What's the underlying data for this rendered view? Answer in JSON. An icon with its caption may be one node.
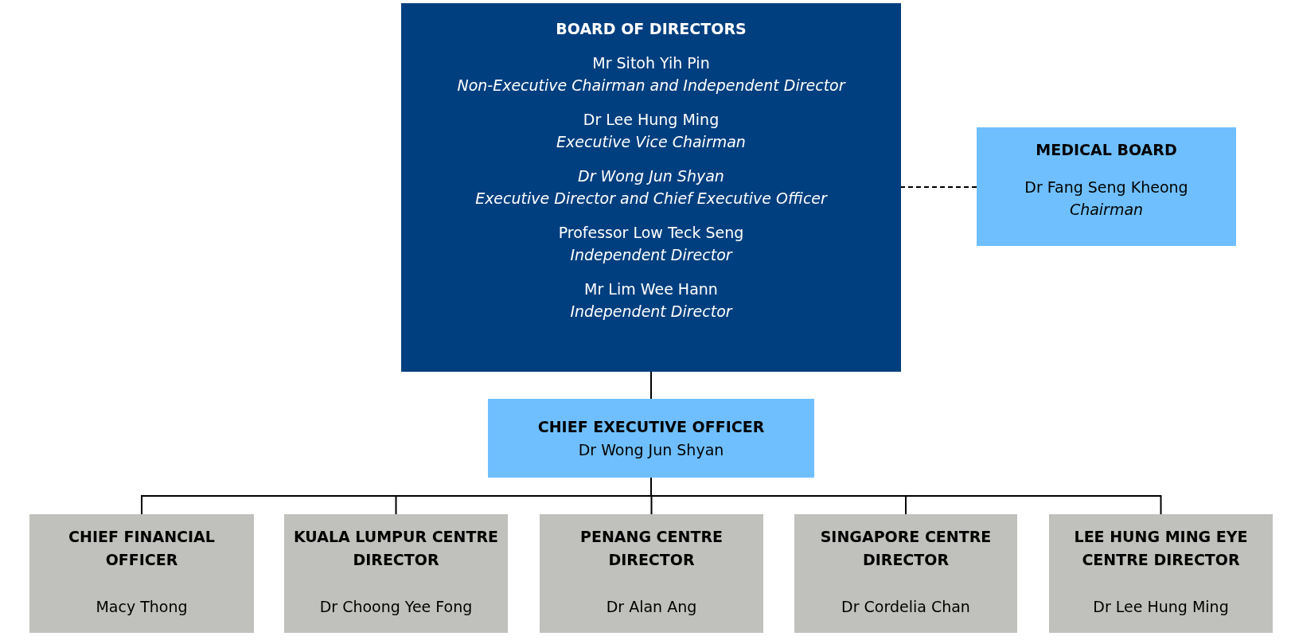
{
  "diagram": {
    "nodes": [
      {
        "text": [
          "BOARD OF DIRECTORS",
          "Mr Sitoh Yih Pin",
          "Non-Executive Chairman and Independent Director",
          "Dr Lee Hung Ming",
          "Executive Vice Chairman",
          "Dr Wong Jun Shyan",
          "Executive Director and Chief Executive Officer",
          "Professor Low Teck Seng",
          "Independent Director",
          "Mr Lim Wee Hann",
          "Independent Director"
        ]
      },
      {
        "text": [
          "MEDICAL BOARD",
          "Dr Fang Seng Kheong",
          "Chairman"
        ]
      },
      {
        "text": [
          "CHIEF EXECUTIVE OFFICER",
          "Dr Wong Jun Shyan"
        ]
      },
      {
        "text": [
          "CHIEF FINANCIAL OFFICER",
          "Macy Thong"
        ]
      },
      {
        "text": [
          "KUALA LUMPUR CENTRE DIRECTOR",
          "Dr Choong Yee Fong"
        ]
      },
      {
        "text": [
          "PENANG CENTRE DIRECTOR",
          "Dr Alan Ang"
        ]
      },
      {
        "text": [
          "SINGAPORE CENTRE DIRECTOR",
          "Dr Cordelia Chan"
        ]
      },
      {
        "text": [
          "LEE HUNG MING EYE CENTRE DIRECTOR",
          "Dr Lee Hung Ming"
        ]
      }
    ],
    "edges": [
      {
        "from": 1,
        "to": 0,
        "arrow": "none",
        "style": "dashed"
      },
      {
        "from": 0,
        "to": 2,
        "arrow": "none"
      },
      {
        "from": 2,
        "to": 3,
        "arrow": "none"
      },
      {
        "from": 2,
        "to": 4,
        "arrow": "none"
      },
      {
        "from": 2,
        "to": 5,
        "arrow": "none"
      },
      {
        "from": 2,
        "to": 6,
        "arrow": "none"
      },
      {
        "from": 2,
        "to": 7,
        "arrow": "none"
      }
    ]
  }
}
